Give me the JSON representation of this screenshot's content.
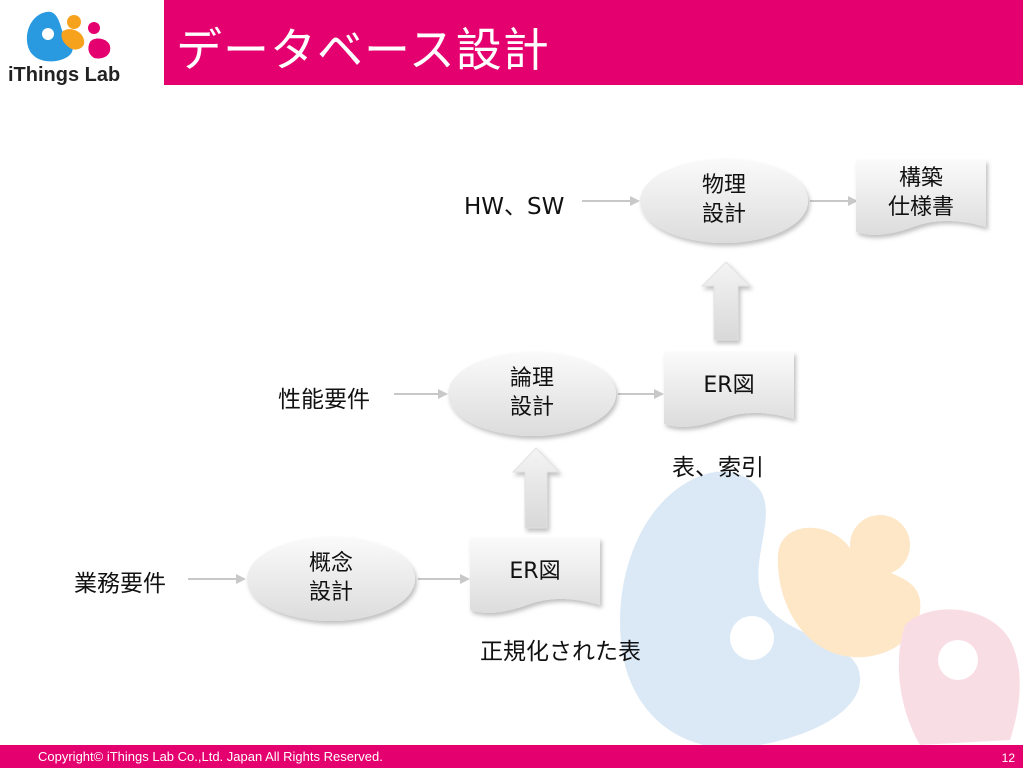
{
  "header": {
    "title": "データベース設計",
    "logo_text": "iThings Lab"
  },
  "footer": {
    "copyright": "Copyright© iThings Lab Co.,Ltd. Japan All Rights Reserved.",
    "page_number": "12"
  },
  "colors": {
    "brand_pink": "#e4006e",
    "brand_blue": "#2a9ae0",
    "brand_orange": "#f6a21c"
  },
  "diagram": {
    "inputs": {
      "business_requirements": "業務要件",
      "performance_requirements": "性能要件",
      "hw_sw": "HW、SW"
    },
    "processes": {
      "conceptual": [
        "概念",
        "設計"
      ],
      "logical": [
        "論理",
        "設計"
      ],
      "physical": [
        "物理",
        "設計"
      ]
    },
    "documents": {
      "er_normalized": "ER図",
      "er_tables": "ER図",
      "build_spec": [
        "構築",
        "仕様書"
      ]
    },
    "captions": {
      "normalized_tables": "正規化された表",
      "tables_indexes": "表、索引"
    }
  }
}
